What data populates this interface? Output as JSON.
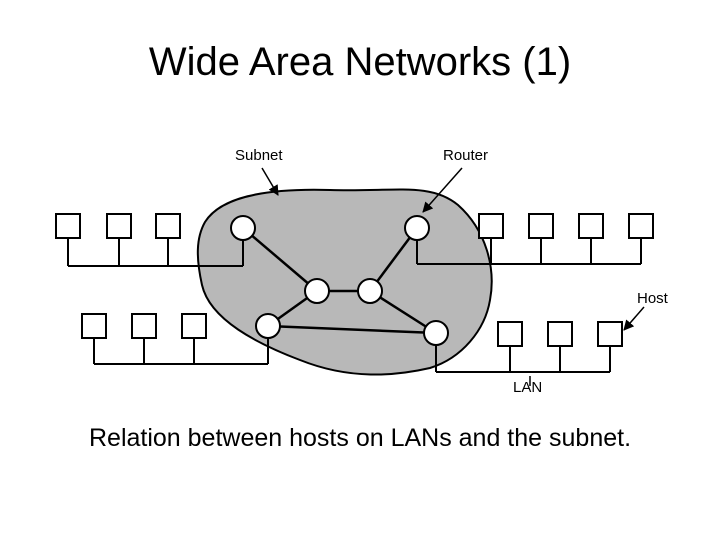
{
  "slide": {
    "title": "Wide Area Networks (1)",
    "caption": "Relation between hosts on LANs and the subnet."
  },
  "diagram": {
    "labels": {
      "subnet": "Subnet",
      "router": "Router",
      "host": "Host",
      "lan": "LAN"
    },
    "colors": {
      "subnet_fill": "#b8b8b8",
      "line": "#000000",
      "node_fill": "#ffffff"
    }
  }
}
